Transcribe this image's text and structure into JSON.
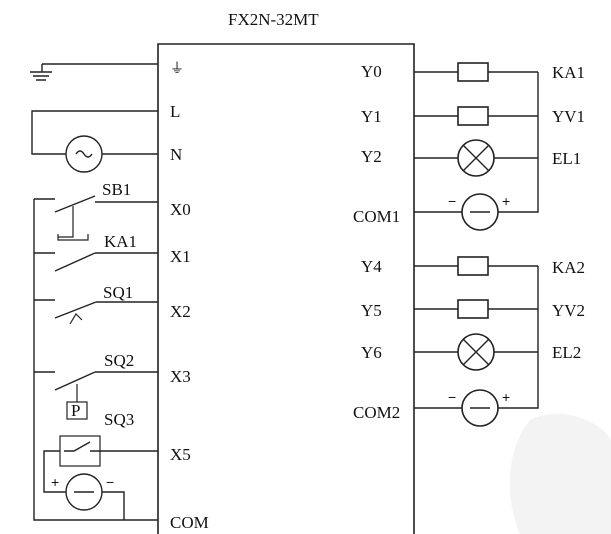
{
  "plc": {
    "model": "FX2N-32MT",
    "left_terminals": {
      "ground": "⏚",
      "l": "L",
      "n": "N",
      "x0": "X0",
      "x1": "X1",
      "x2": "X2",
      "x3": "X3",
      "x5": "X5",
      "com": "COM"
    },
    "right_terminals": {
      "y0": "Y0",
      "y1": "Y1",
      "y2": "Y2",
      "com1": "COM1",
      "y4": "Y4",
      "y5": "Y5",
      "y6": "Y6",
      "com2": "COM2"
    }
  },
  "inputs": {
    "sb1": "SB1",
    "ka1": "KA1",
    "sq1": "SQ1",
    "sq2": "SQ2",
    "p_sensor": "P",
    "sq3": "SQ3"
  },
  "outputs": {
    "ka1": "KA1",
    "yv1": "YV1",
    "el1": "EL1",
    "ka2": "KA2",
    "yv2": "YV2",
    "el2": "EL2"
  },
  "signs": {
    "minus": "−",
    "plus": "+"
  }
}
